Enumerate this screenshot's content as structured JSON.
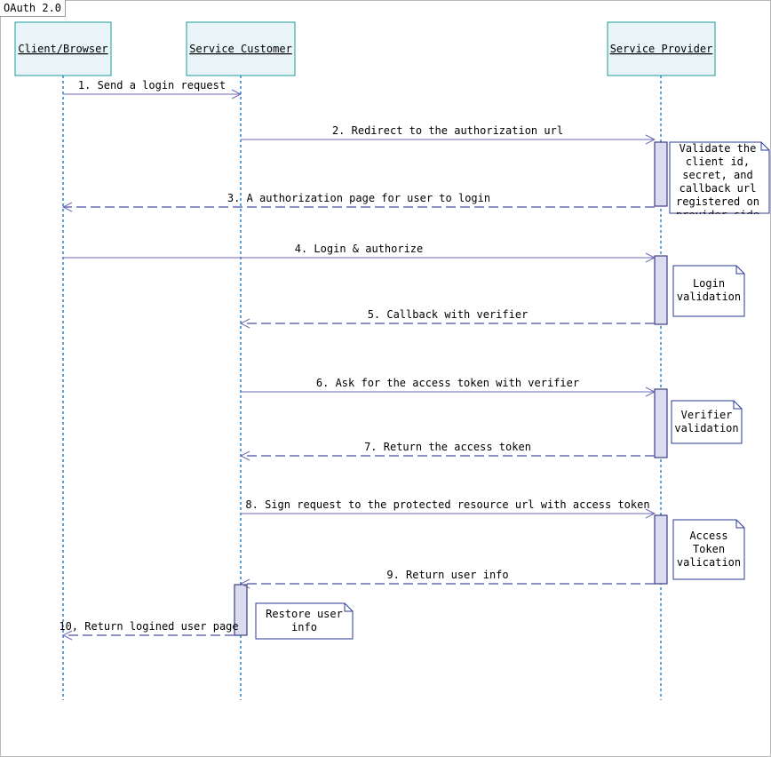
{
  "diagram": {
    "title": "OAuth 2.0",
    "participants": [
      {
        "id": "client",
        "label": "Client/Browser"
      },
      {
        "id": "customer",
        "label": "Service Customer"
      },
      {
        "id": "provider",
        "label": "Service Provider"
      }
    ],
    "messages": [
      {
        "from": "client",
        "to": "customer",
        "label": "1.  Send a login request",
        "kind": "sync"
      },
      {
        "from": "customer",
        "to": "provider",
        "label": "2.  Redirect to the authorization url",
        "kind": "sync"
      },
      {
        "from": "provider",
        "to": "client",
        "label": "3.  A authorization page for user to login",
        "kind": "reply"
      },
      {
        "from": "client",
        "to": "provider",
        "label": "4.  Login & authorize",
        "kind": "sync"
      },
      {
        "from": "provider",
        "to": "customer",
        "label": "5.  Callback with verifier",
        "kind": "reply"
      },
      {
        "from": "customer",
        "to": "provider",
        "label": "6.  Ask for the access token with verifier",
        "kind": "sync"
      },
      {
        "from": "provider",
        "to": "customer",
        "label": "7.  Return the access token",
        "kind": "reply"
      },
      {
        "from": "customer",
        "to": "provider",
        "label": "8.  Sign request to the protected resource url with access token",
        "kind": "sync"
      },
      {
        "from": "provider",
        "to": "customer",
        "label": "9.  Return user info",
        "kind": "reply"
      },
      {
        "from": "customer",
        "to": "client",
        "label": "10, Return logined user page",
        "kind": "reply"
      }
    ],
    "notes": [
      {
        "lines": [
          "Validate the",
          "client id,",
          "secret, and",
          "callback url",
          "registered on",
          "provider side"
        ]
      },
      {
        "lines": [
          "Login",
          "validation"
        ]
      },
      {
        "lines": [
          "Verifier",
          "validation"
        ]
      },
      {
        "lines": [
          "Access",
          "Token",
          "valication"
        ]
      },
      {
        "lines": [
          "Restore user",
          "info"
        ]
      }
    ],
    "colors": {
      "participant_fill": "#e8f4f8",
      "participant_border": "#1f9a9a",
      "lifeline": "#1f7fc8",
      "activation_fill": "#dcdcf0",
      "note_border": "#2a3a9a",
      "arrow": "#6a6ab8"
    }
  }
}
